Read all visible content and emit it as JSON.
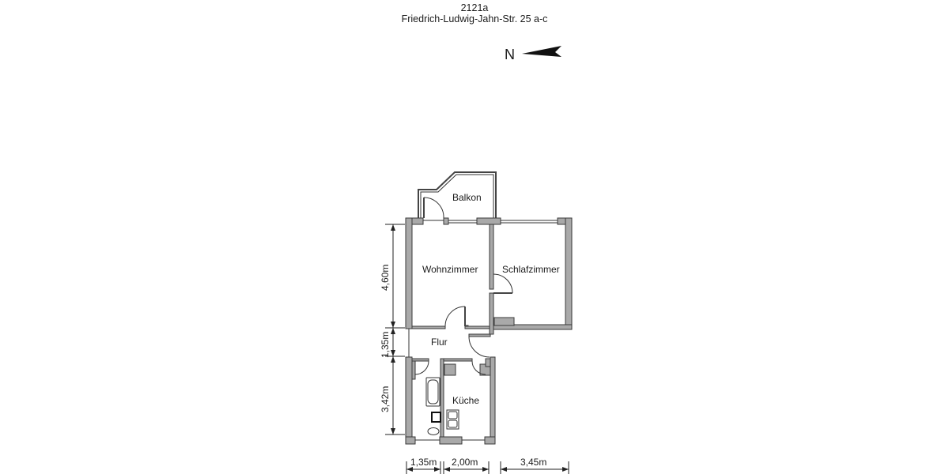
{
  "header": {
    "plan_id": "2121a",
    "address": "Friedrich-Ludwig-Jahn-Str. 25 a-c"
  },
  "north_arrow": {
    "label": "N",
    "icon": "north-arrow-icon"
  },
  "rooms": {
    "balkon": "Balkon",
    "wohnzimmer": "Wohnzimmer",
    "schlafzimmer": "Schlafzimmer",
    "flur": "Flur",
    "kueche": "Küche"
  },
  "dimensions": {
    "vertical": [
      "4,60m",
      "1,35m",
      "3,42m"
    ],
    "horizontal": [
      "1,35m",
      "2,00m",
      "3,45m"
    ]
  },
  "colors": {
    "wall_fill": "#a9a9a9",
    "wall_stroke": "#3a3a3a",
    "line": "#333333",
    "background": "#ffffff"
  }
}
